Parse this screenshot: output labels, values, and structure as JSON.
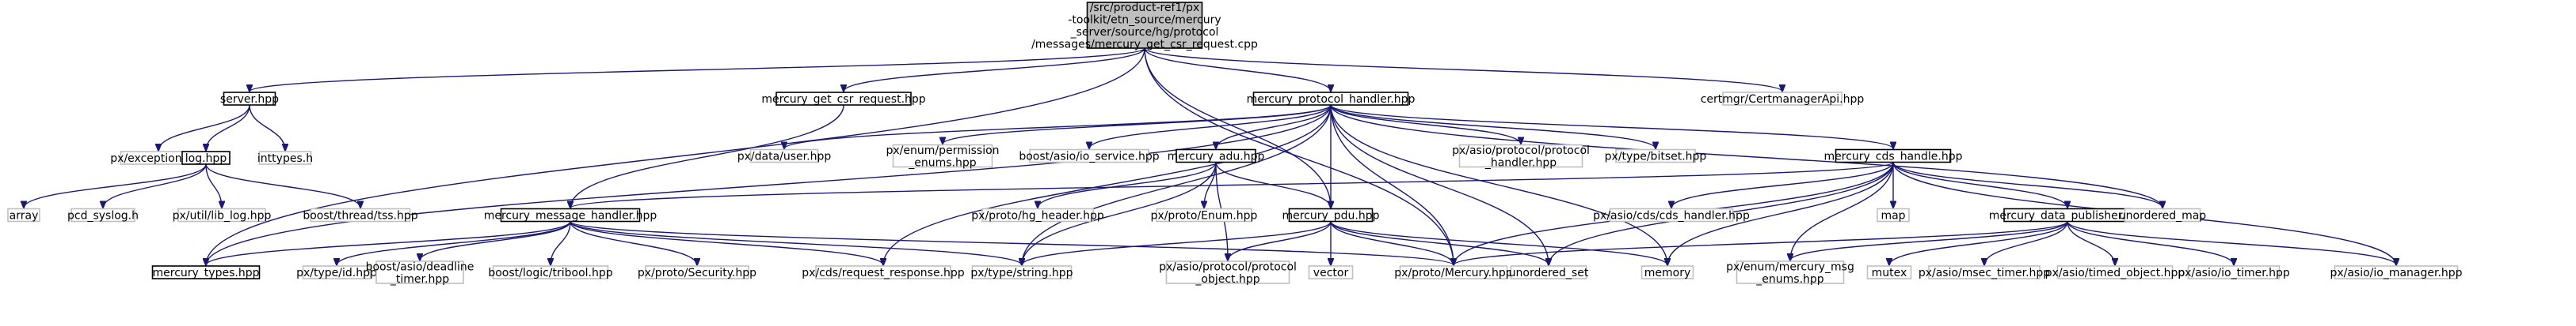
{
  "diagram": {
    "type": "include-dependency-graph",
    "nodes": [
      {
        "id": "root",
        "kind": "main",
        "lines": [
          "/src/product-ref1/px",
          "-toolkit/etn_source/mercury",
          "_server/source/hg/protocol",
          "/messages/mercury_get_csr_request.cpp"
        ]
      },
      {
        "id": "server",
        "kind": "local",
        "lines": [
          "server.hpp"
        ]
      },
      {
        "id": "get_csr_req",
        "kind": "local",
        "lines": [
          "mercury_get_csr_request.hpp"
        ]
      },
      {
        "id": "proto_handler",
        "kind": "local",
        "lines": [
          "mercury_protocol_handler.hpp"
        ]
      },
      {
        "id": "certmgr",
        "kind": "ext",
        "lines": [
          "certmgr/CertmanagerApi.hpp"
        ]
      },
      {
        "id": "px_exception",
        "kind": "ext",
        "lines": [
          "px/exception.hpp"
        ]
      },
      {
        "id": "log",
        "kind": "local",
        "lines": [
          "log.hpp"
        ]
      },
      {
        "id": "inttypes",
        "kind": "ext",
        "lines": [
          "inttypes.h"
        ]
      },
      {
        "id": "px_data_user",
        "kind": "ext",
        "lines": [
          "px/data/user.hpp"
        ]
      },
      {
        "id": "px_enum_perm",
        "kind": "ext",
        "lines": [
          "px/enum/permission",
          "_enums.hpp"
        ]
      },
      {
        "id": "boost_io_service",
        "kind": "ext",
        "lines": [
          "boost/asio/io_service.hpp"
        ]
      },
      {
        "id": "adu",
        "kind": "local",
        "lines": [
          "mercury_adu.hpp"
        ]
      },
      {
        "id": "px_asio_proto_handler",
        "kind": "ext",
        "lines": [
          "px/asio/protocol/protocol",
          "_handler.hpp"
        ]
      },
      {
        "id": "px_type_bitset",
        "kind": "ext",
        "lines": [
          "px/type/bitset.hpp"
        ]
      },
      {
        "id": "cds_handle",
        "kind": "local",
        "lines": [
          "mercury_cds_handle.hpp"
        ]
      },
      {
        "id": "array",
        "kind": "ext",
        "lines": [
          "array"
        ]
      },
      {
        "id": "pcd_syslog",
        "kind": "ext",
        "lines": [
          "pcd_syslog.h"
        ]
      },
      {
        "id": "px_util_lib_log",
        "kind": "ext",
        "lines": [
          "px/util/lib_log.hpp"
        ]
      },
      {
        "id": "boost_tss",
        "kind": "ext",
        "lines": [
          "boost/thread/tss.hpp"
        ]
      },
      {
        "id": "msg_handler",
        "kind": "local",
        "lines": [
          "mercury_message_handler.hpp"
        ]
      },
      {
        "id": "px_proto_hg_header",
        "kind": "ext",
        "lines": [
          "px/proto/hg_header.hpp"
        ]
      },
      {
        "id": "px_proto_enum",
        "kind": "ext",
        "lines": [
          "px/proto/Enum.hpp"
        ]
      },
      {
        "id": "pdu",
        "kind": "local",
        "lines": [
          "mercury_pdu.hpp"
        ]
      },
      {
        "id": "px_asio_cds_handler",
        "kind": "ext",
        "lines": [
          "px/asio/cds/cds_handler.hpp"
        ]
      },
      {
        "id": "map",
        "kind": "ext",
        "lines": [
          "map"
        ]
      },
      {
        "id": "data_publisher",
        "kind": "local",
        "lines": [
          "mercury_data_publisher.hpp"
        ]
      },
      {
        "id": "unordered_map",
        "kind": "ext",
        "lines": [
          "unordered_map"
        ]
      },
      {
        "id": "types",
        "kind": "local",
        "lines": [
          "mercury_types.hpp"
        ]
      },
      {
        "id": "px_type_id",
        "kind": "ext",
        "lines": [
          "px/type/id.hpp"
        ]
      },
      {
        "id": "boost_deadline",
        "kind": "ext",
        "lines": [
          "boost/asio/deadline",
          "_timer.hpp"
        ]
      },
      {
        "id": "boost_tribool",
        "kind": "ext",
        "lines": [
          "boost/logic/tribool.hpp"
        ]
      },
      {
        "id": "px_proto_security",
        "kind": "ext",
        "lines": [
          "px/proto/Security.hpp"
        ]
      },
      {
        "id": "px_cds_request_response",
        "kind": "ext",
        "lines": [
          "px/cds/request_response.hpp"
        ]
      },
      {
        "id": "px_type_string",
        "kind": "ext",
        "lines": [
          "px/type/string.hpp"
        ]
      },
      {
        "id": "px_asio_proto_object",
        "kind": "ext",
        "lines": [
          "px/asio/protocol/protocol",
          "_object.hpp"
        ]
      },
      {
        "id": "vector",
        "kind": "ext",
        "lines": [
          "vector"
        ]
      },
      {
        "id": "px_proto_mercury",
        "kind": "ext",
        "lines": [
          "px/proto/Mercury.hpp"
        ]
      },
      {
        "id": "unordered_set",
        "kind": "ext",
        "lines": [
          "unordered_set"
        ]
      },
      {
        "id": "memory",
        "kind": "ext",
        "lines": [
          "memory"
        ]
      },
      {
        "id": "px_enum_mercury_msg",
        "kind": "ext",
        "lines": [
          "px/enum/mercury_msg",
          "_enums.hpp"
        ]
      },
      {
        "id": "mutex",
        "kind": "ext",
        "lines": [
          "mutex"
        ]
      },
      {
        "id": "px_asio_msec_timer",
        "kind": "ext",
        "lines": [
          "px/asio/msec_timer.hpp"
        ]
      },
      {
        "id": "px_asio_timed_object",
        "kind": "ext",
        "lines": [
          "px/asio/timed_object.hpp"
        ]
      },
      {
        "id": "px_asio_io_timer",
        "kind": "ext",
        "lines": [
          "px/asio/io_timer.hpp"
        ]
      },
      {
        "id": "px_asio_io_manager",
        "kind": "ext",
        "lines": [
          "px/asio/io_manager.hpp"
        ]
      }
    ],
    "edges": [
      [
        "root",
        "server"
      ],
      [
        "root",
        "get_csr_req"
      ],
      [
        "root",
        "proto_handler"
      ],
      [
        "root",
        "certmgr"
      ],
      [
        "root",
        "types"
      ],
      [
        "root",
        "pdu"
      ],
      [
        "root",
        "px_proto_mercury"
      ],
      [
        "server",
        "px_exception"
      ],
      [
        "server",
        "log"
      ],
      [
        "server",
        "inttypes"
      ],
      [
        "log",
        "array"
      ],
      [
        "log",
        "pcd_syslog"
      ],
      [
        "log",
        "px_util_lib_log"
      ],
      [
        "log",
        "boost_tss"
      ],
      [
        "get_csr_req",
        "msg_handler"
      ],
      [
        "proto_handler",
        "px_data_user"
      ],
      [
        "proto_handler",
        "px_enum_perm"
      ],
      [
        "proto_handler",
        "boost_io_service"
      ],
      [
        "proto_handler",
        "adu"
      ],
      [
        "proto_handler",
        "px_asio_proto_handler"
      ],
      [
        "proto_handler",
        "px_type_bitset"
      ],
      [
        "proto_handler",
        "cds_handle"
      ],
      [
        "proto_handler",
        "unordered_map"
      ],
      [
        "proto_handler",
        "types"
      ],
      [
        "proto_handler",
        "px_cds_request_response"
      ],
      [
        "proto_handler",
        "px_type_string"
      ],
      [
        "proto_handler",
        "pdu"
      ],
      [
        "proto_handler",
        "px_proto_mercury"
      ],
      [
        "proto_handler",
        "unordered_set"
      ],
      [
        "proto_handler",
        "memory"
      ],
      [
        "adu",
        "px_proto_hg_header"
      ],
      [
        "adu",
        "px_proto_enum"
      ],
      [
        "adu",
        "pdu"
      ],
      [
        "adu",
        "px_type_string"
      ],
      [
        "adu",
        "px_asio_proto_object"
      ],
      [
        "cds_handle",
        "msg_handler"
      ],
      [
        "cds_handle",
        "px_asio_cds_handler"
      ],
      [
        "cds_handle",
        "map"
      ],
      [
        "cds_handle",
        "data_publisher"
      ],
      [
        "cds_handle",
        "unordered_map"
      ],
      [
        "cds_handle",
        "px_enum_mercury_msg"
      ],
      [
        "cds_handle",
        "memory"
      ],
      [
        "cds_handle",
        "px_proto_mercury"
      ],
      [
        "cds_handle",
        "px_asio_io_manager"
      ],
      [
        "cds_handle",
        "unordered_set"
      ],
      [
        "msg_handler",
        "types"
      ],
      [
        "msg_handler",
        "px_type_id"
      ],
      [
        "msg_handler",
        "boost_deadline"
      ],
      [
        "msg_handler",
        "boost_tribool"
      ],
      [
        "msg_handler",
        "px_proto_security"
      ],
      [
        "msg_handler",
        "px_cds_request_response"
      ],
      [
        "msg_handler",
        "px_type_string"
      ],
      [
        "msg_handler",
        "px_proto_mercury"
      ],
      [
        "pdu",
        "px_type_string"
      ],
      [
        "pdu",
        "px_asio_proto_object"
      ],
      [
        "pdu",
        "vector"
      ],
      [
        "pdu",
        "px_proto_mercury"
      ],
      [
        "pdu",
        "unordered_set"
      ],
      [
        "pdu",
        "memory"
      ],
      [
        "data_publisher",
        "px_proto_mercury"
      ],
      [
        "data_publisher",
        "px_enum_mercury_msg"
      ],
      [
        "data_publisher",
        "mutex"
      ],
      [
        "data_publisher",
        "px_asio_msec_timer"
      ],
      [
        "data_publisher",
        "px_asio_timed_object"
      ],
      [
        "data_publisher",
        "px_asio_io_timer"
      ],
      [
        "data_publisher",
        "px_asio_io_manager"
      ]
    ]
  }
}
